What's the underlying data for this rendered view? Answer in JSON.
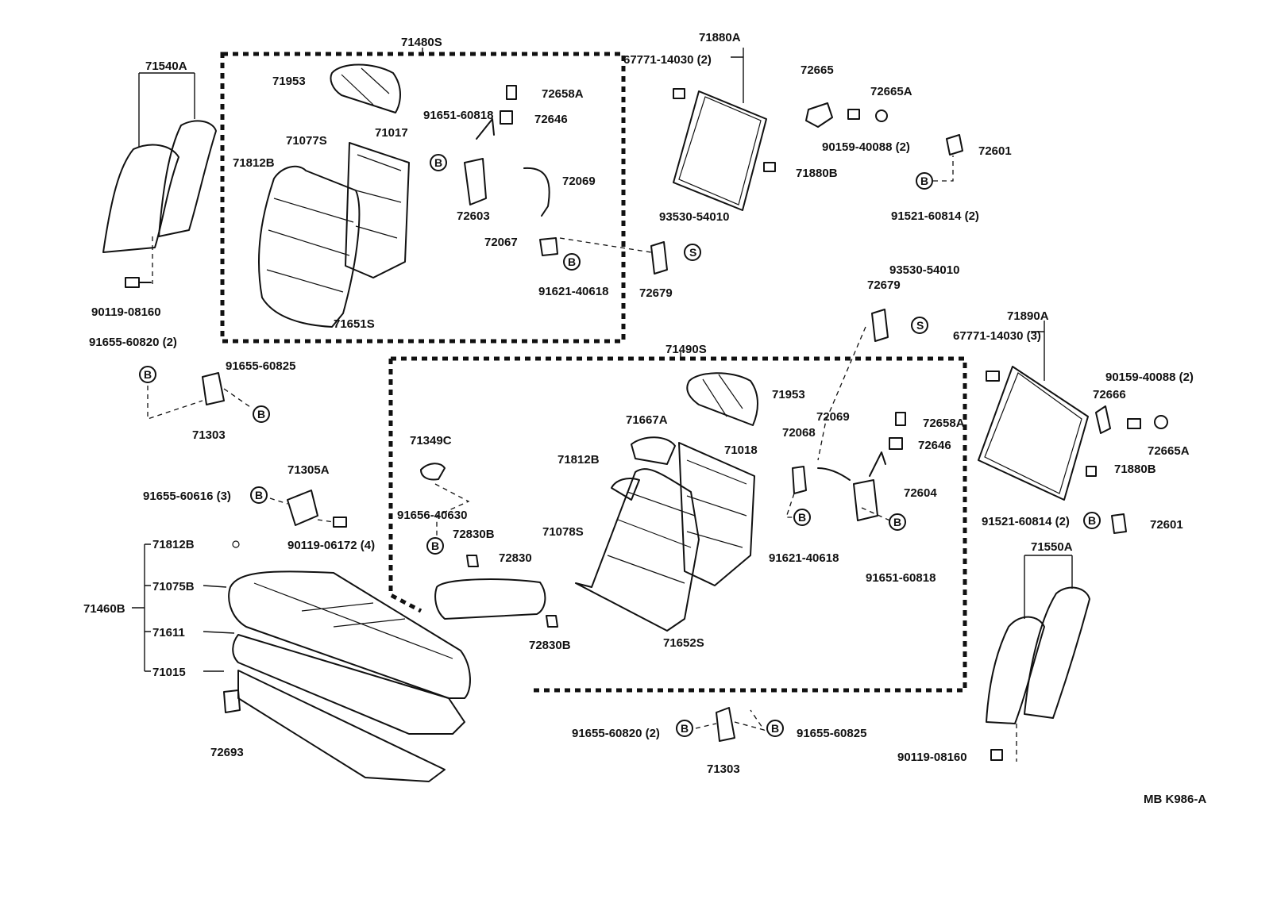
{
  "diagram_code": "MB K986-A",
  "symbols": {
    "bolt": "B",
    "screw": "S"
  },
  "parts": [
    {
      "id": "p01",
      "text": "71540A"
    },
    {
      "id": "p02",
      "text": "71480S"
    },
    {
      "id": "p03",
      "text": "71953"
    },
    {
      "id": "p04",
      "text": "72658A"
    },
    {
      "id": "p05",
      "text": "91651-60818"
    },
    {
      "id": "p06",
      "text": "72646"
    },
    {
      "id": "p07",
      "text": "71077S"
    },
    {
      "id": "p08",
      "text": "71017"
    },
    {
      "id": "p09",
      "text": "71812B"
    },
    {
      "id": "p10",
      "text": "72069"
    },
    {
      "id": "p11",
      "text": "72603"
    },
    {
      "id": "p12",
      "text": "72067"
    },
    {
      "id": "p13",
      "text": "91621-40618"
    },
    {
      "id": "p14",
      "text": "72679"
    },
    {
      "id": "p15",
      "text": "93530-54010"
    },
    {
      "id": "p16",
      "text": "71651S"
    },
    {
      "id": "p17",
      "text": "90119-08160"
    },
    {
      "id": "p18",
      "text": "71880A"
    },
    {
      "id": "p19",
      "text": "67771-14030 (2)"
    },
    {
      "id": "p20",
      "text": "71880B"
    },
    {
      "id": "p21",
      "text": "72665"
    },
    {
      "id": "p22",
      "text": "72665A"
    },
    {
      "id": "p23",
      "text": "90159-40088 (2)"
    },
    {
      "id": "p24",
      "text": "72601"
    },
    {
      "id": "p25",
      "text": "91521-60814 (2)"
    },
    {
      "id": "p26",
      "text": "93530-54010"
    },
    {
      "id": "p27",
      "text": "72679"
    },
    {
      "id": "p28",
      "text": "71890A"
    },
    {
      "id": "p29",
      "text": "67771-14030 (3)"
    },
    {
      "id": "p30",
      "text": "90159-40088 (2)"
    },
    {
      "id": "p31",
      "text": "72666"
    },
    {
      "id": "p32",
      "text": "72665A"
    },
    {
      "id": "p33",
      "text": "71880B"
    },
    {
      "id": "p34",
      "text": "91521-60814 (2)"
    },
    {
      "id": "p35",
      "text": "72601"
    },
    {
      "id": "p36",
      "text": "91655-60820 (2)"
    },
    {
      "id": "p37",
      "text": "91655-60825"
    },
    {
      "id": "p38",
      "text": "71303"
    },
    {
      "id": "p39",
      "text": "71490S"
    },
    {
      "id": "p40",
      "text": "71953"
    },
    {
      "id": "p41",
      "text": "71667A"
    },
    {
      "id": "p42",
      "text": "71018"
    },
    {
      "id": "p43",
      "text": "72069"
    },
    {
      "id": "p44",
      "text": "72068"
    },
    {
      "id": "p45",
      "text": "72658A"
    },
    {
      "id": "p46",
      "text": "72646"
    },
    {
      "id": "p47",
      "text": "72604"
    },
    {
      "id": "p48",
      "text": "91621-40618"
    },
    {
      "id": "p49",
      "text": "91651-60818"
    },
    {
      "id": "p50",
      "text": "71349C"
    },
    {
      "id": "p51",
      "text": "71812B"
    },
    {
      "id": "p52",
      "text": "91656-40630"
    },
    {
      "id": "p53",
      "text": "72830B"
    },
    {
      "id": "p54",
      "text": "72830"
    },
    {
      "id": "p55",
      "text": "71078S"
    },
    {
      "id": "p56",
      "text": "71652S"
    },
    {
      "id": "p57",
      "text": "72830B"
    },
    {
      "id": "p58",
      "text": "71305A"
    },
    {
      "id": "p59",
      "text": "91655-60616 (3)"
    },
    {
      "id": "p60",
      "text": "90119-06172 (4)"
    },
    {
      "id": "p61",
      "text": "71812B"
    },
    {
      "id": "p62",
      "text": "71075B"
    },
    {
      "id": "p63",
      "text": "71460B"
    },
    {
      "id": "p64",
      "text": "71611"
    },
    {
      "id": "p65",
      "text": "71015"
    },
    {
      "id": "p66",
      "text": "72693"
    },
    {
      "id": "p67",
      "text": "91655-60820 (2)"
    },
    {
      "id": "p68",
      "text": "91655-60825"
    },
    {
      "id": "p69",
      "text": "71303"
    },
    {
      "id": "p70",
      "text": "71550A"
    },
    {
      "id": "p71",
      "text": "90119-08160"
    }
  ]
}
